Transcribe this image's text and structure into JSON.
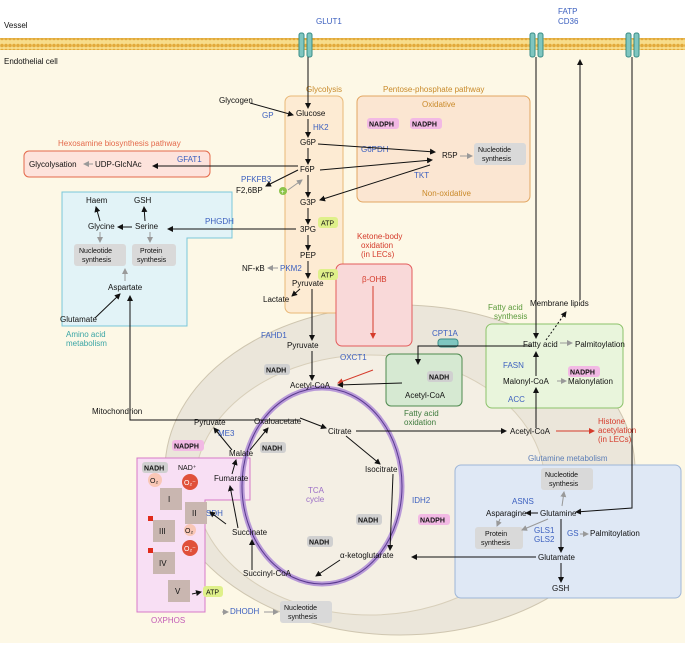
{
  "labels": {
    "vessel": "Vessel",
    "endothelial_cell": "Endothelial cell",
    "mitochondrion": "Mitochondrion",
    "glut1": "GLUT1",
    "fatp": "FATP",
    "cd36": "CD36",
    "glycolysis": "Glycolysis",
    "ppp": "Pentose-phosphate pathway",
    "oxidative": "Oxidative",
    "non_oxidative": "Non-oxidative",
    "hexosamine": "Hexosamine biosynthesis pathway",
    "ketone": "Ketone-body",
    "ketone2": "oxidation",
    "ketone3": "(in LECs)",
    "fa_synthesis": "Fatty acid",
    "fa_synthesis2": "synthesis",
    "fa_oxidation": "Fatty acid",
    "fa_oxidation2": "oxidation",
    "amino_acid": "Amino acid",
    "amino_acid2": "metabolism",
    "glutamine_met": "Glutamine metabolism",
    "tca": "TCA",
    "tca2": "cycle",
    "oxphos": "OXPHOS",
    "histone": "Histone",
    "histone2": "acetylation",
    "histone3": "(in LECs)"
  },
  "metabolites": {
    "glycogen": "Glycogen",
    "glucose": "Glucose",
    "g6p": "G6P",
    "f6p": "F6P",
    "f26bp": "F2,6BP",
    "g3p": "G3P",
    "pg3": "3PG",
    "pep": "PEP",
    "pyruvate": "Pyruvate",
    "lactate": "Lactate",
    "nfkb": "NF-κB",
    "r5p": "R5P",
    "nucleotide": "Nucleotide",
    "synthesis": "synthesis",
    "glycosylation": "Glycolysation",
    "udp": "UDP-GlcNAc",
    "haem": "Haem",
    "gsh": "GSH",
    "glycine": "Glycine",
    "serine": "Serine",
    "protein": "Protein",
    "aspartate": "Aspartate",
    "glutamate": "Glutamate",
    "bohb": "β-OHB",
    "acetylcoa": "Acetyl-CoA",
    "membrane_lipids": "Membrane lipids",
    "fatty_acid": "Fatty acid",
    "palmitoylation": "Palmitoylation",
    "malonylcoa": "Malonyl-CoA",
    "malonylation": "Malonylation",
    "citrate": "Citrate",
    "isocitrate": "Isocitrate",
    "akg": "α-ketoglutarate",
    "succinylcoa": "Succinyl-CoA",
    "succinate": "Succinate",
    "fumarate": "Fumarate",
    "malate": "Malate",
    "oxaloacetate": "Oxaloacetate",
    "asparagine": "Asparagine",
    "glutamine": "Glutamine",
    "nadh": "NADH",
    "nadph": "NADPH",
    "atp": "ATP",
    "nadp": "NAD⁺",
    "o2": "O₂",
    "o2m": "O₂⁻"
  },
  "enzymes": {
    "gp": "GP",
    "hk2": "HK2",
    "pfkfb3": "PFKFB3",
    "g6pdh": "G6PDH",
    "tkt": "TKT",
    "gfat1": "GFAT1",
    "phgdh": "PHGDH",
    "pkm2": "PKM2",
    "oxct1": "OXCT1",
    "cpt1a": "CPT1A",
    "fasn": "FASN",
    "acc": "ACC",
    "fahd1": "FAHD1",
    "me3": "ME3",
    "idh2": "IDH2",
    "sdh": "SDH",
    "asns": "ASNS",
    "gls1": "GLS1",
    "gls2": "GLS2",
    "gs": "GS",
    "dhodh": "DHODH"
  },
  "complexes": [
    "I",
    "II",
    "III",
    "IV",
    "V"
  ],
  "colors": {
    "glycolysis_box": "#fdebd3",
    "ppp_box": "#fbe6d2",
    "hexosamine_box": "#fde3dc",
    "amino_box": "#e2f3f7",
    "ketone_box": "#f9d9d9",
    "fas_box": "#e9f5dc",
    "fao_box": "#d6e9d2",
    "glutamine_box": "#dfe8f5",
    "oxphos_box": "#f8dff4",
    "cell": "#fdf8e6",
    "mito": "#ebe6da",
    "nadph": "#f2b9e4",
    "atp": "#dff08a"
  }
}
